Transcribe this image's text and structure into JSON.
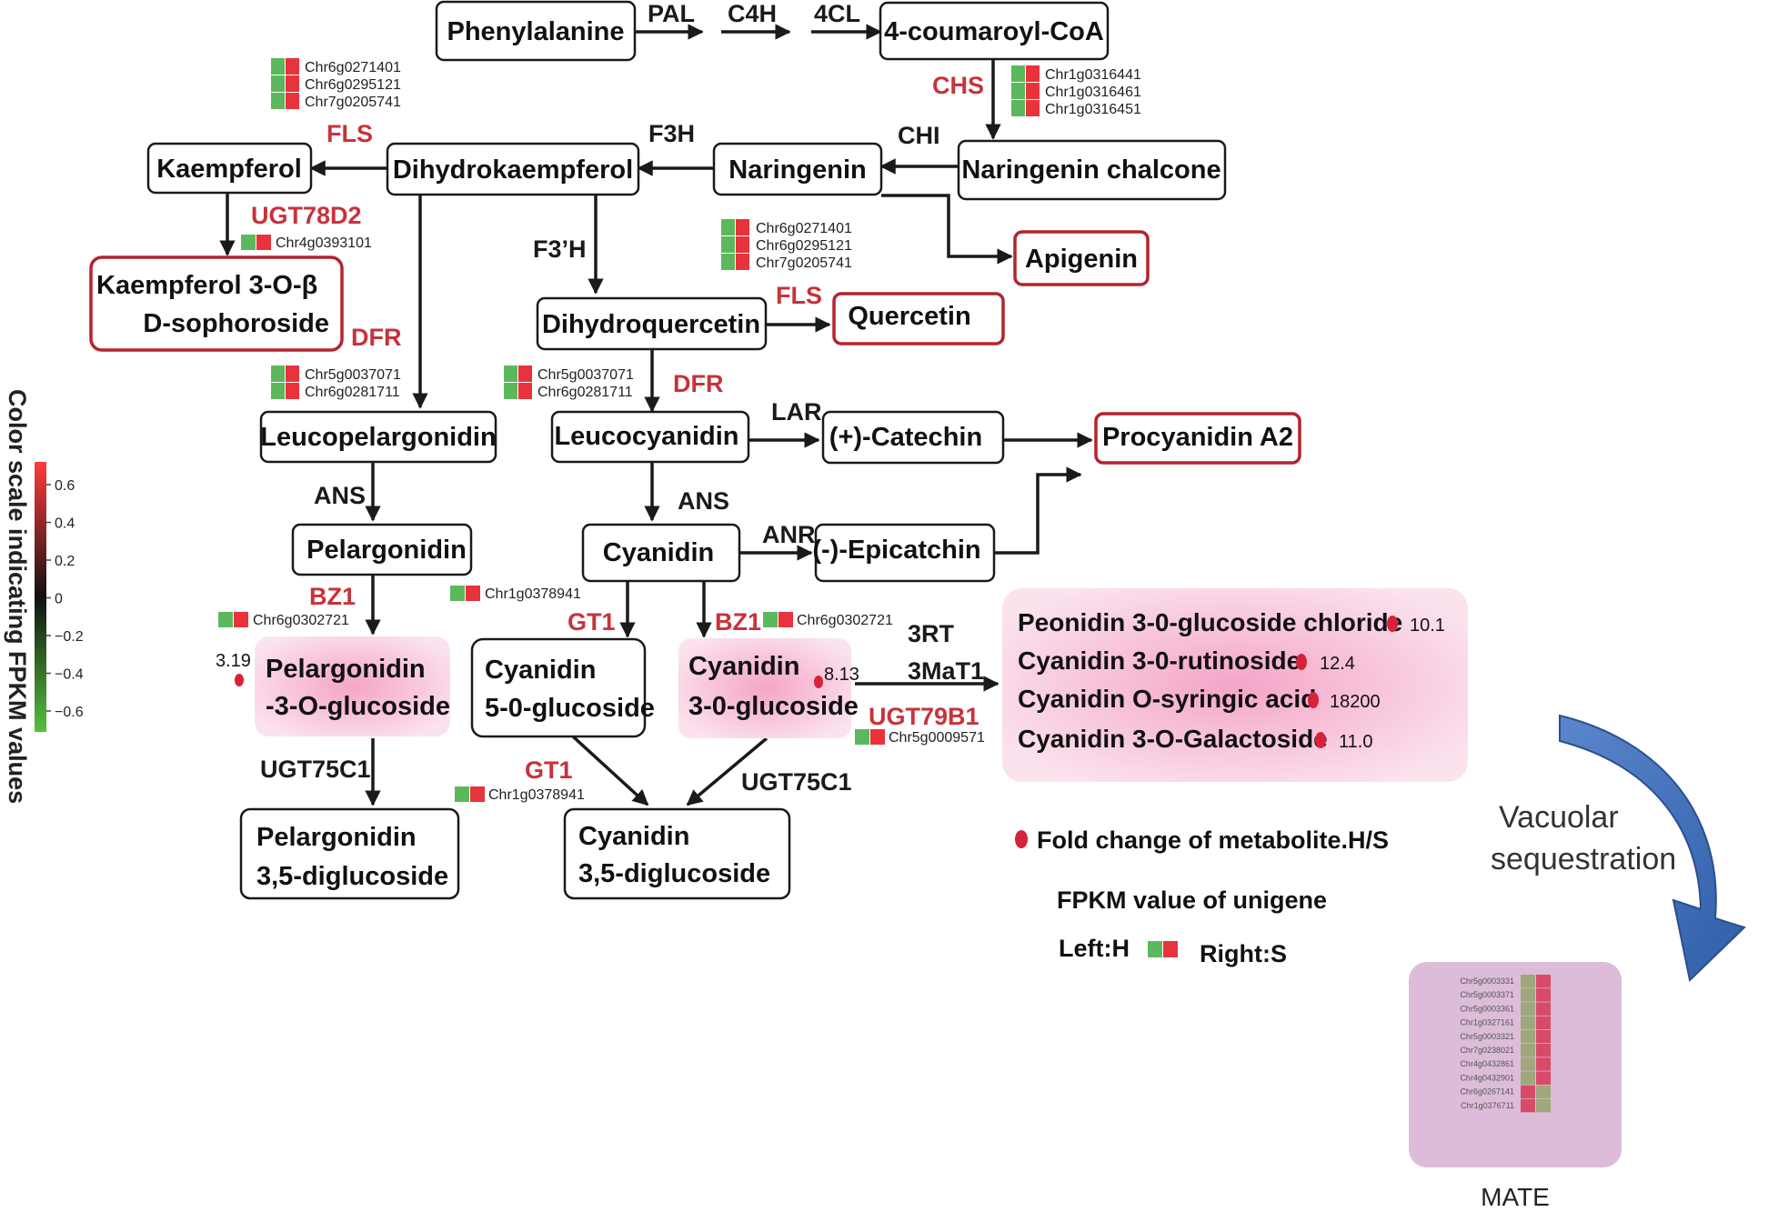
{
  "colors": {
    "H": "#5cb85c",
    "S": "#e8323c",
    "node_border": "#1a1a1a",
    "product_border": "#b3242e",
    "enzyme_red": "#c8323b",
    "arrow_blue": "#3f6fb8",
    "mate_box": "#dcbcd8"
  },
  "nodes": {
    "phenylalanine": "Phenylalanine",
    "coumaroyl": "4-coumaroyl-CoA",
    "naringenin_chalcone": "Naringenin chalcone",
    "naringenin": "Naringenin",
    "dihydrokaempferol": "Dihydrokaempferol",
    "kaempferol": "Kaempferol",
    "kaempferol_soph_1": "Kaempferol 3-O-β",
    "kaempferol_soph_2": "D-sophoroside",
    "apigenin": "Apigenin",
    "dihydroquercetin": "Dihydroquercetin",
    "quercetin": "Quercetin",
    "leucopelargonidin": "Leucopelargonidin",
    "leucocyanidin": "Leucocyanidin",
    "catechin": "(+)-Catechin",
    "procyanidin": "Procyanidin A2",
    "pelargonidin": "Pelargonidin",
    "cyanidin": "Cyanidin",
    "epicatchin": "(-)-Epicatchin",
    "pel_3og_1": "Pelargonidin",
    "pel_3og_2": "-3-O-glucoside",
    "cy_5og_1": "Cyanidin",
    "cy_5og_2": "5-0-glucoside",
    "cy_3og_1": "Cyanidin",
    "cy_3og_2": "3-0-glucoside",
    "pel_35_1": "Pelargonidin",
    "pel_35_2": "3,5-diglucoside",
    "cy_35_1": "Cyanidin",
    "cy_35_2": "3,5-diglucoside"
  },
  "enzymes": {
    "pal": "PAL",
    "c4h": "C4H",
    "c4l": "4CL",
    "chs": "CHS",
    "chi": "CHI",
    "f3h": "F3H",
    "fls1": "FLS",
    "ugt78d2": "UGT78D2",
    "f3ph": "F3’H",
    "fls2": "FLS",
    "dfr1": "DFR",
    "dfr2": "DFR",
    "lar": "LAR",
    "ans1": "ANS",
    "ans2": "ANS",
    "anr": "ANR",
    "bz1a": "BZ1",
    "gt1a": "GT1",
    "bz1b": "BZ1",
    "rt3": "3RT",
    "mat3": "3MaT1",
    "ugt79b1": "UGT79B1",
    "ugt75c1a": "UGT75C1",
    "gt1b": "GT1",
    "ugt75c1b": "UGT75C1"
  },
  "genes": {
    "fls_top": [
      "Chr6g0271401",
      "Chr6g0295121",
      "Chr7g0205741"
    ],
    "chs": [
      "Chr1g0316441",
      "Chr1g0316461",
      "Chr1g0316451"
    ],
    "ugt78d2": "Chr4g0393101",
    "fls_mid": [
      "Chr6g0271401",
      "Chr6g0295121",
      "Chr7g0205741"
    ],
    "dfr_left": [
      "Chr5g0037071",
      "Chr6g0281711"
    ],
    "dfr_mid": [
      "Chr5g0037071",
      "Chr6g0281711"
    ],
    "gt1_a": "Chr1g0378941",
    "bz1_a": "Chr6g0302721",
    "bz1_b": "Chr6g0302721",
    "ugt79b1": "Chr5g0009571",
    "gt1_b": "Chr1g0378941"
  },
  "fold_values": {
    "pel": "3.19",
    "cy3g": "8.13"
  },
  "metabolites": [
    {
      "name": "Peonidin 3-0-glucoside chloride",
      "fold": "10.1"
    },
    {
      "name": "Cyanidin 3-0-rutinoside",
      "fold": "12.4"
    },
    {
      "name": "Cyanidin O-syringic acid",
      "fold": "18200"
    },
    {
      "name": "Cyanidin 3-O-Galactoside",
      "fold": "11.0"
    }
  ],
  "legend": {
    "fold_change": "Fold change of metabolite.H/S",
    "fpkm_title": "FPKM value of unigene",
    "left": "Left:H",
    "right": "Right:S"
  },
  "color_scale": {
    "title": "Color scale indicating FPKM values",
    "ticks": [
      "0.6",
      "0.4",
      "0.2",
      "0",
      "−0.2",
      "−0.4",
      "−0.6"
    ]
  },
  "vacuolar": {
    "line1": "Vacuolar",
    "line2": "sequestration"
  },
  "mate": {
    "label": "MATE",
    "genes": [
      "Chr5g0003331",
      "Chr5g0003371",
      "Chr5g0003361",
      "Chr1g0327161",
      "Chr5g0003321",
      "Chr7g0238021",
      "Chr4g0432861",
      "Chr4g0432901",
      "Chr6g0267141",
      "Chr1g0376711"
    ]
  }
}
